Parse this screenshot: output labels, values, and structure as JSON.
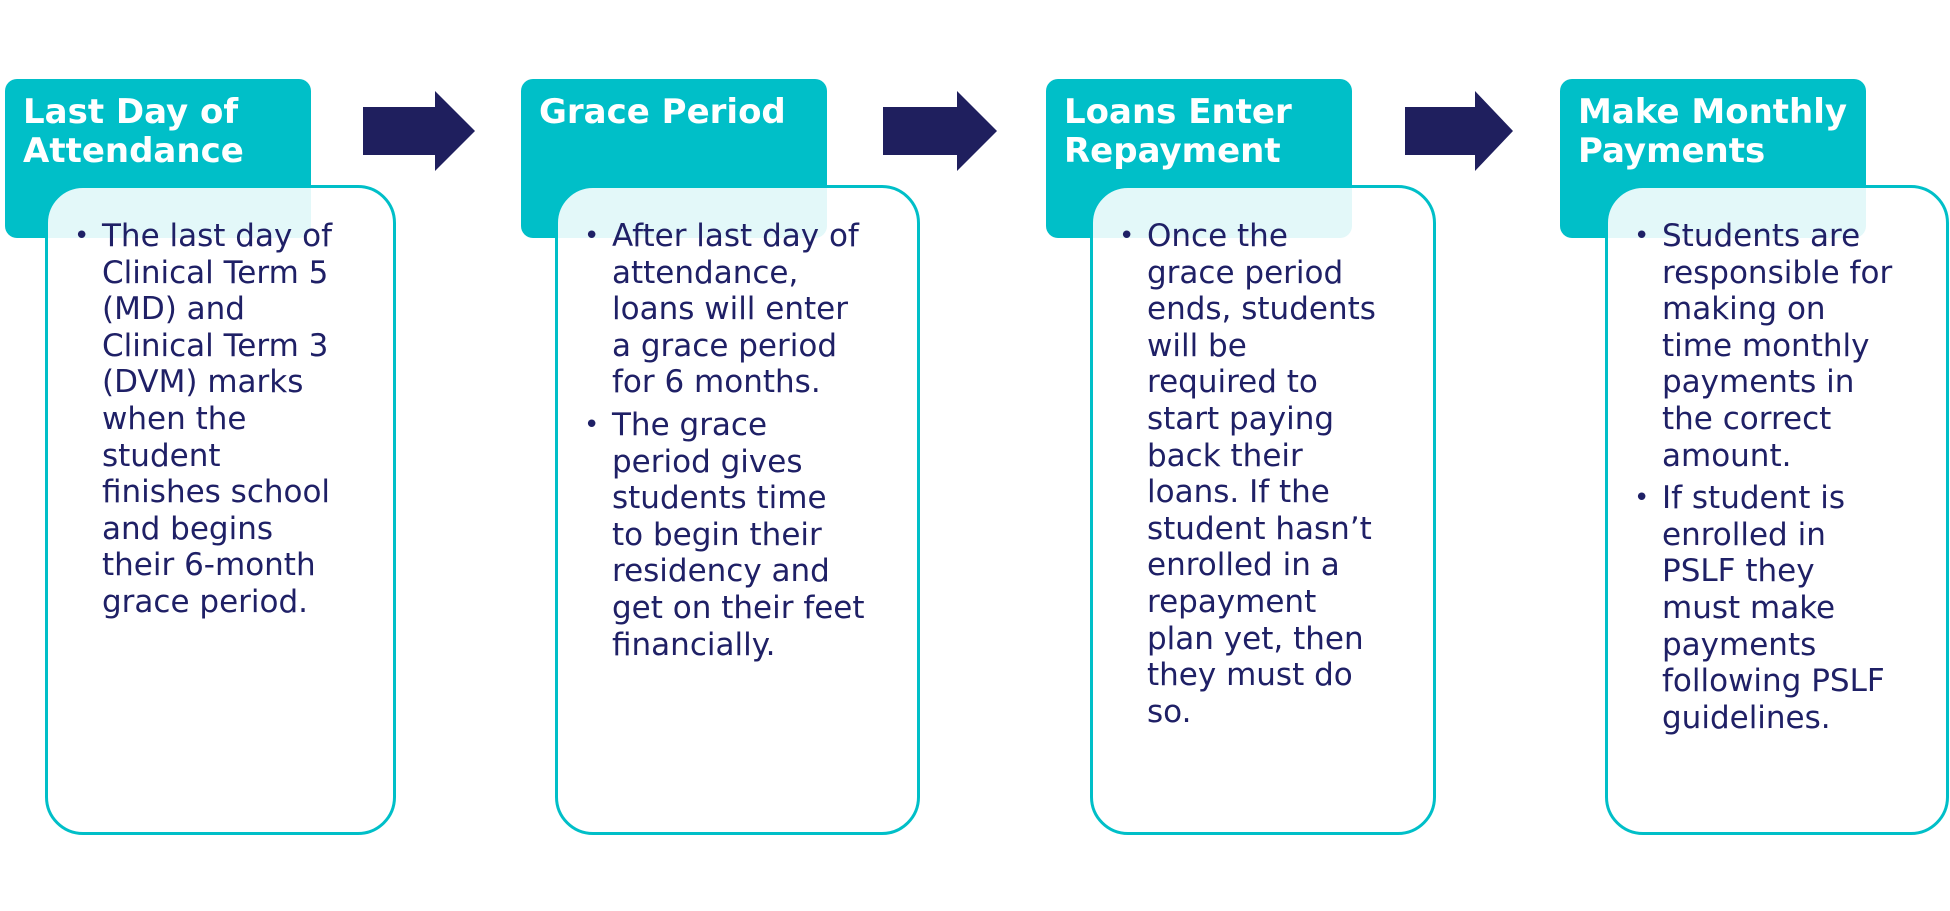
{
  "colors": {
    "accent": "#00bfc8",
    "arrow": "#1f1f5e",
    "text": "#1f2066"
  },
  "steps": [
    {
      "title_lines": [
        "Last Day of",
        "Attendance"
      ],
      "bullets": [
        [
          "The last day of",
          "Clinical Term 5",
          "(MD) and",
          "Clinical Term 3",
          "(DVM) marks",
          "when the",
          "student",
          "finishes school",
          "and begins",
          "their 6-month",
          "grace period."
        ]
      ]
    },
    {
      "title_lines": [
        "Grace Period"
      ],
      "bullets": [
        [
          "After last day of",
          "attendance,",
          "loans will enter",
          "a grace period",
          "for 6 months."
        ],
        [
          "The grace",
          "period gives",
          "students time",
          "to begin their",
          "residency and",
          "get on their feet",
          "financially."
        ]
      ]
    },
    {
      "title_lines": [
        "Loans Enter",
        "Repayment"
      ],
      "bullets": [
        [
          "Once the",
          "grace period",
          "ends, students",
          "will be",
          "required to",
          "start paying",
          "back their",
          "loans. If the",
          "student hasn’t",
          "enrolled in a",
          "repayment",
          "plan yet, then",
          "they must do",
          "so."
        ]
      ]
    },
    {
      "title_lines": [
        "Make Monthly",
        "Payments"
      ],
      "bullets": [
        [
          "Students are",
          "responsible for",
          "making on",
          "time monthly",
          "payments in",
          "the correct",
          "amount."
        ],
        [
          "If student is",
          "enrolled in",
          "PSLF they",
          "must make",
          "payments",
          "following PSLF",
          "guidelines."
        ]
      ]
    }
  ]
}
